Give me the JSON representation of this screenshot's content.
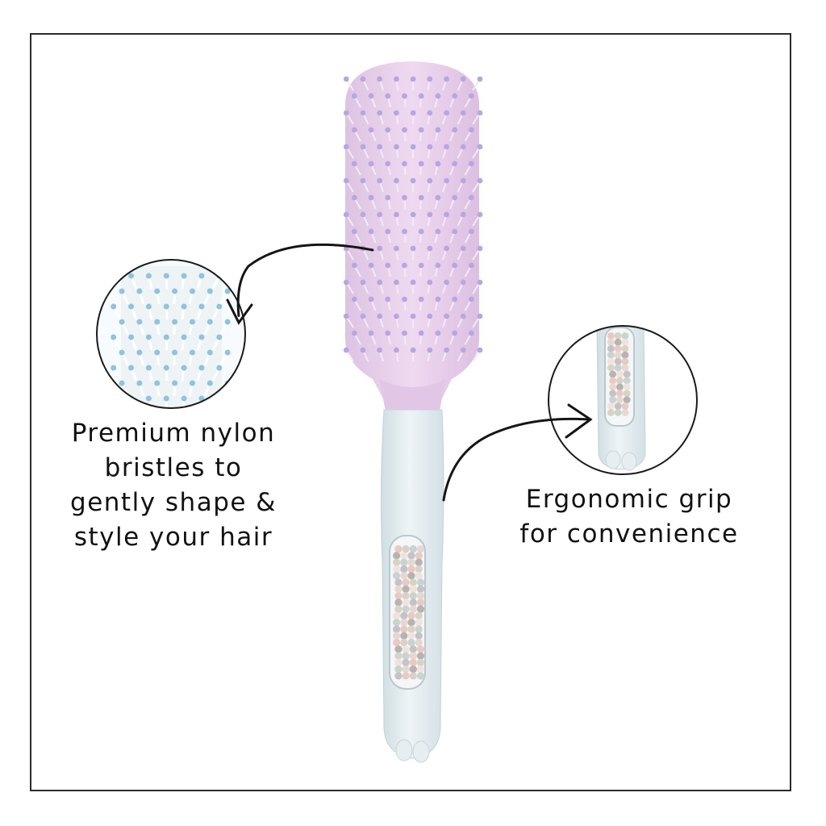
{
  "callouts": {
    "left": {
      "lines": [
        "Premium nylon",
        "bristles to",
        "gently shape &",
        "style your hair"
      ]
    },
    "right": {
      "lines": [
        "Ergonomic grip",
        "for convenience"
      ]
    }
  },
  "colors": {
    "frame": "#2b2b2b",
    "brush_head": "#e8cdea",
    "bristle_tip": "#b8a6e0",
    "handle": "#e3ecef",
    "bead_window": "#f4f6f8",
    "text": "#111111"
  }
}
